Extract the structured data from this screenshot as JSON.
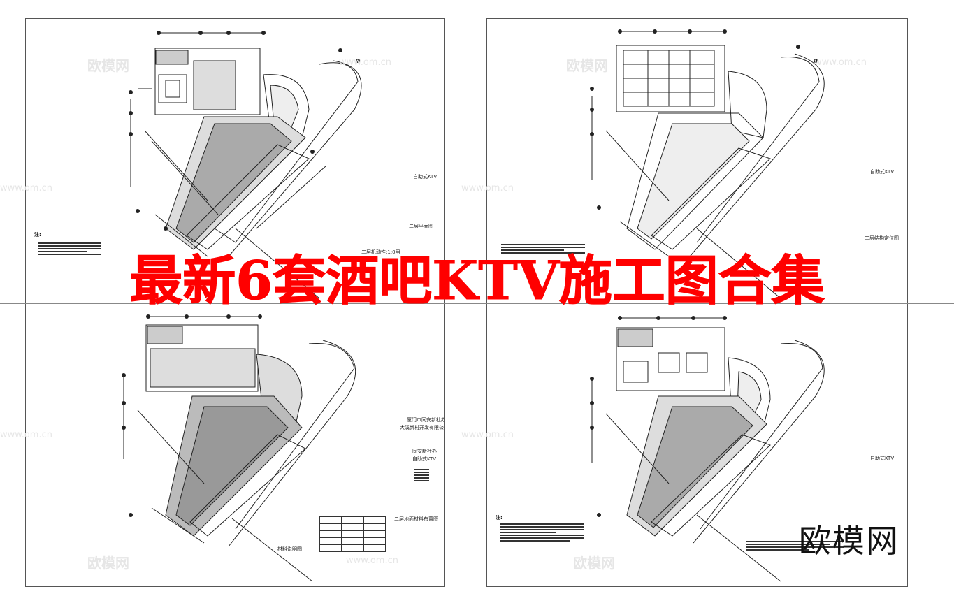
{
  "headline": "最新6套酒吧KTV施工图合集",
  "logo_text": "欧模网",
  "watermark": {
    "brand": "欧模网",
    "url": "www.om.cn"
  },
  "sheets": {
    "top_left": {
      "label_right": "自助式KTV",
      "plan_title": "二层平面图",
      "scale_title": "二层机动性:1:0用",
      "notes_heading": "注:"
    },
    "top_right": {
      "label_right": "自助式KTV",
      "plan_title": "二层结构定位图"
    },
    "bottom_left": {
      "company": "厦门市同安新社办",
      "company_sub": "大溪新村开发有限公司",
      "project": "同安新社办",
      "project_sub": "自助式KTV",
      "plan_title": "二层地面材料布置图",
      "legend_label": "材料说明图"
    },
    "bottom_right": {
      "label_right": "自助式KTV",
      "notes_heading": "注:"
    }
  },
  "colors": {
    "headline": "#ff0000",
    "line": "#222222",
    "watermark": "#e6e6e6"
  }
}
